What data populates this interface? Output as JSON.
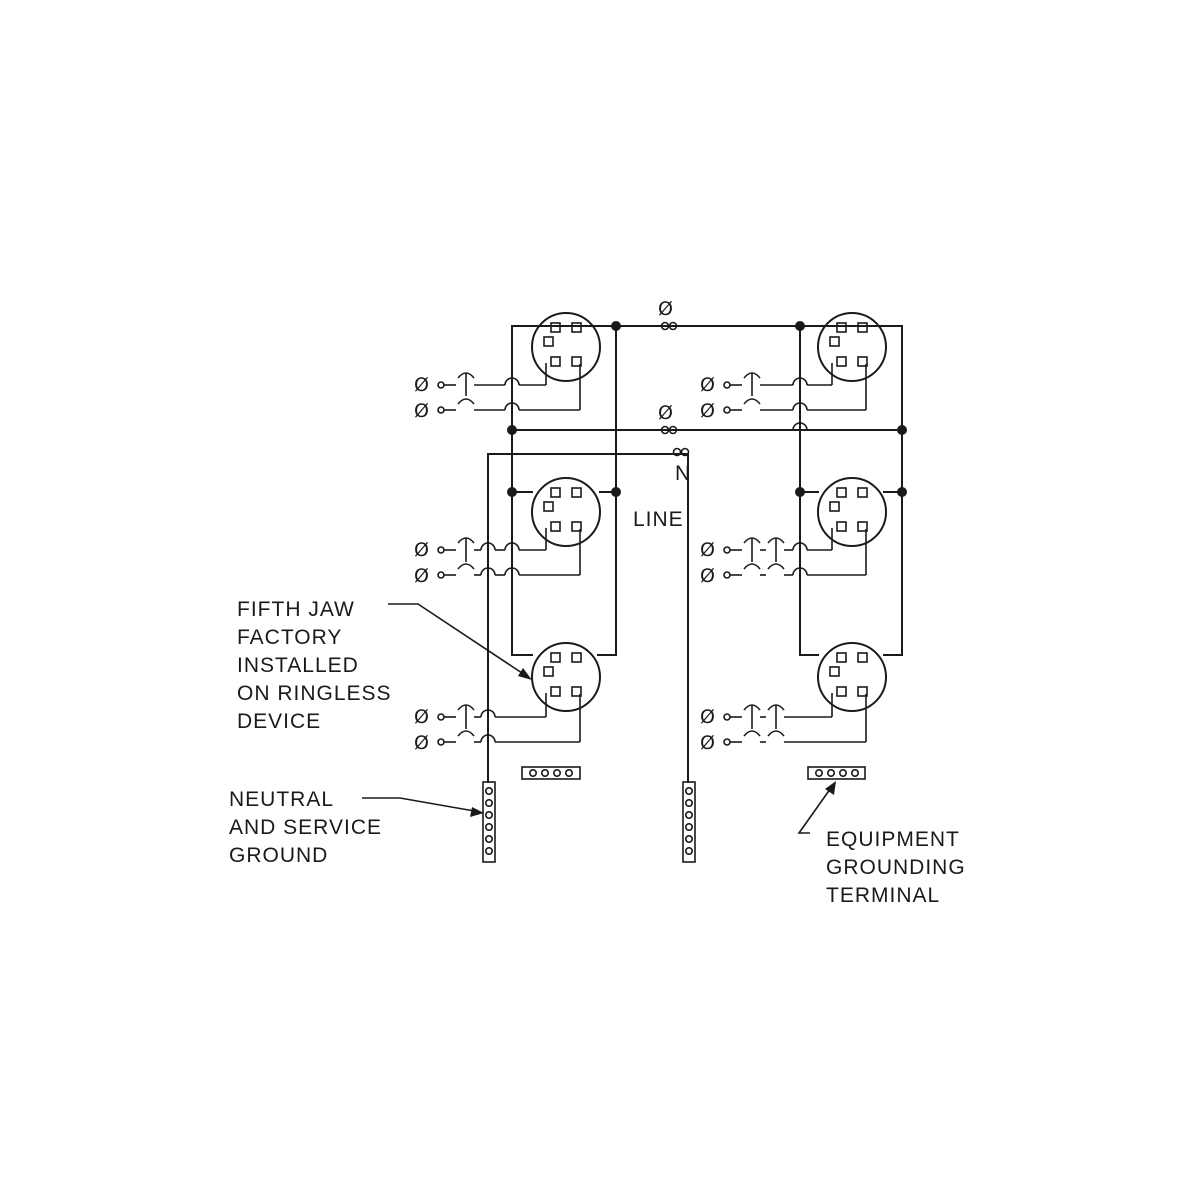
{
  "labels": {
    "phase_symbol": "Ø",
    "neutral_symbol": "N",
    "line": "LINE",
    "fifth_jaw": [
      "FIFTH  JAW",
      "FACTORY",
      "INSTALLED",
      "ON  RINGLESS",
      "DEVICE"
    ],
    "neutral_ground": [
      "NEUTRAL",
      "AND  SERVICE",
      "GROUND"
    ],
    "equipment_ground": [
      "EQUIPMENT",
      "GROUNDING",
      "TERMINAL"
    ]
  },
  "colors": {
    "line": "#1a1a1a",
    "background": "#ffffff"
  }
}
